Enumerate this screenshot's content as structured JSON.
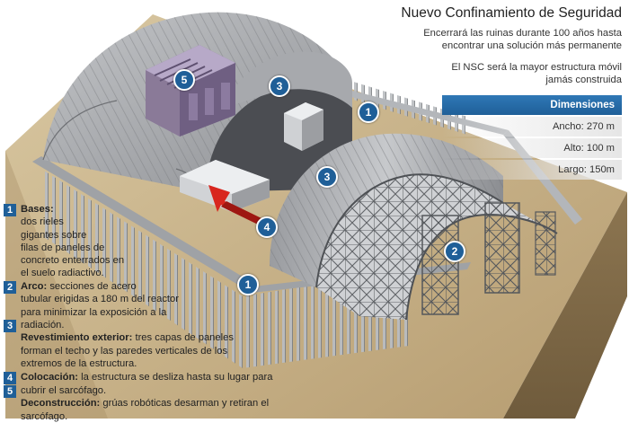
{
  "title": "Nuevo Confinamiento de Seguridad",
  "intro": {
    "line1": "Encerrará las ruinas durante 100 años hasta",
    "line2": "encontrar una solución más permanente",
    "line3": "El NSC será la mayor estructura móvil",
    "line4": "jamás construida"
  },
  "dimensions": {
    "header": "Dimensiones",
    "rows": [
      {
        "label": "Ancho: 270 m"
      },
      {
        "label": "Alto: 100 m"
      },
      {
        "label": "Largo: 150m"
      }
    ]
  },
  "legend": [
    {
      "num": "1",
      "title": "Bases:",
      "text_lines": [
        "dos rieles",
        "gigantes sobre",
        "filas de paneles de",
        "concreto enterrados en",
        "el suelo radiactivo."
      ]
    },
    {
      "num": "2",
      "title": "Arco:",
      "text_lines": [
        "secciones de acero",
        "tubular erigidas a 180 m del reactor",
        "para minimizar la exposición a la",
        "radiación."
      ]
    },
    {
      "num": "3",
      "title": "Revestimiento exterior:",
      "text_lines": [
        "tres capas de paneles",
        "forman el techo y las paredes verticales de los",
        "extremos de la estructura."
      ]
    },
    {
      "num": "4",
      "title": "Colocación:",
      "text_lines": [
        "la estructura se desliza hasta su lugar para",
        "cubrir el sarcófago."
      ]
    },
    {
      "num": "5",
      "title": "Deconstrucción:",
      "text_lines": [
        "grúas robóticas desarman y retiran el sarcófago."
      ]
    }
  ],
  "markers": [
    "1",
    "1",
    "2",
    "3",
    "3",
    "4",
    "5"
  ],
  "colors": {
    "accent": "#1f5f98",
    "ground": "#b9a27a",
    "arrow": "#d8261f"
  }
}
